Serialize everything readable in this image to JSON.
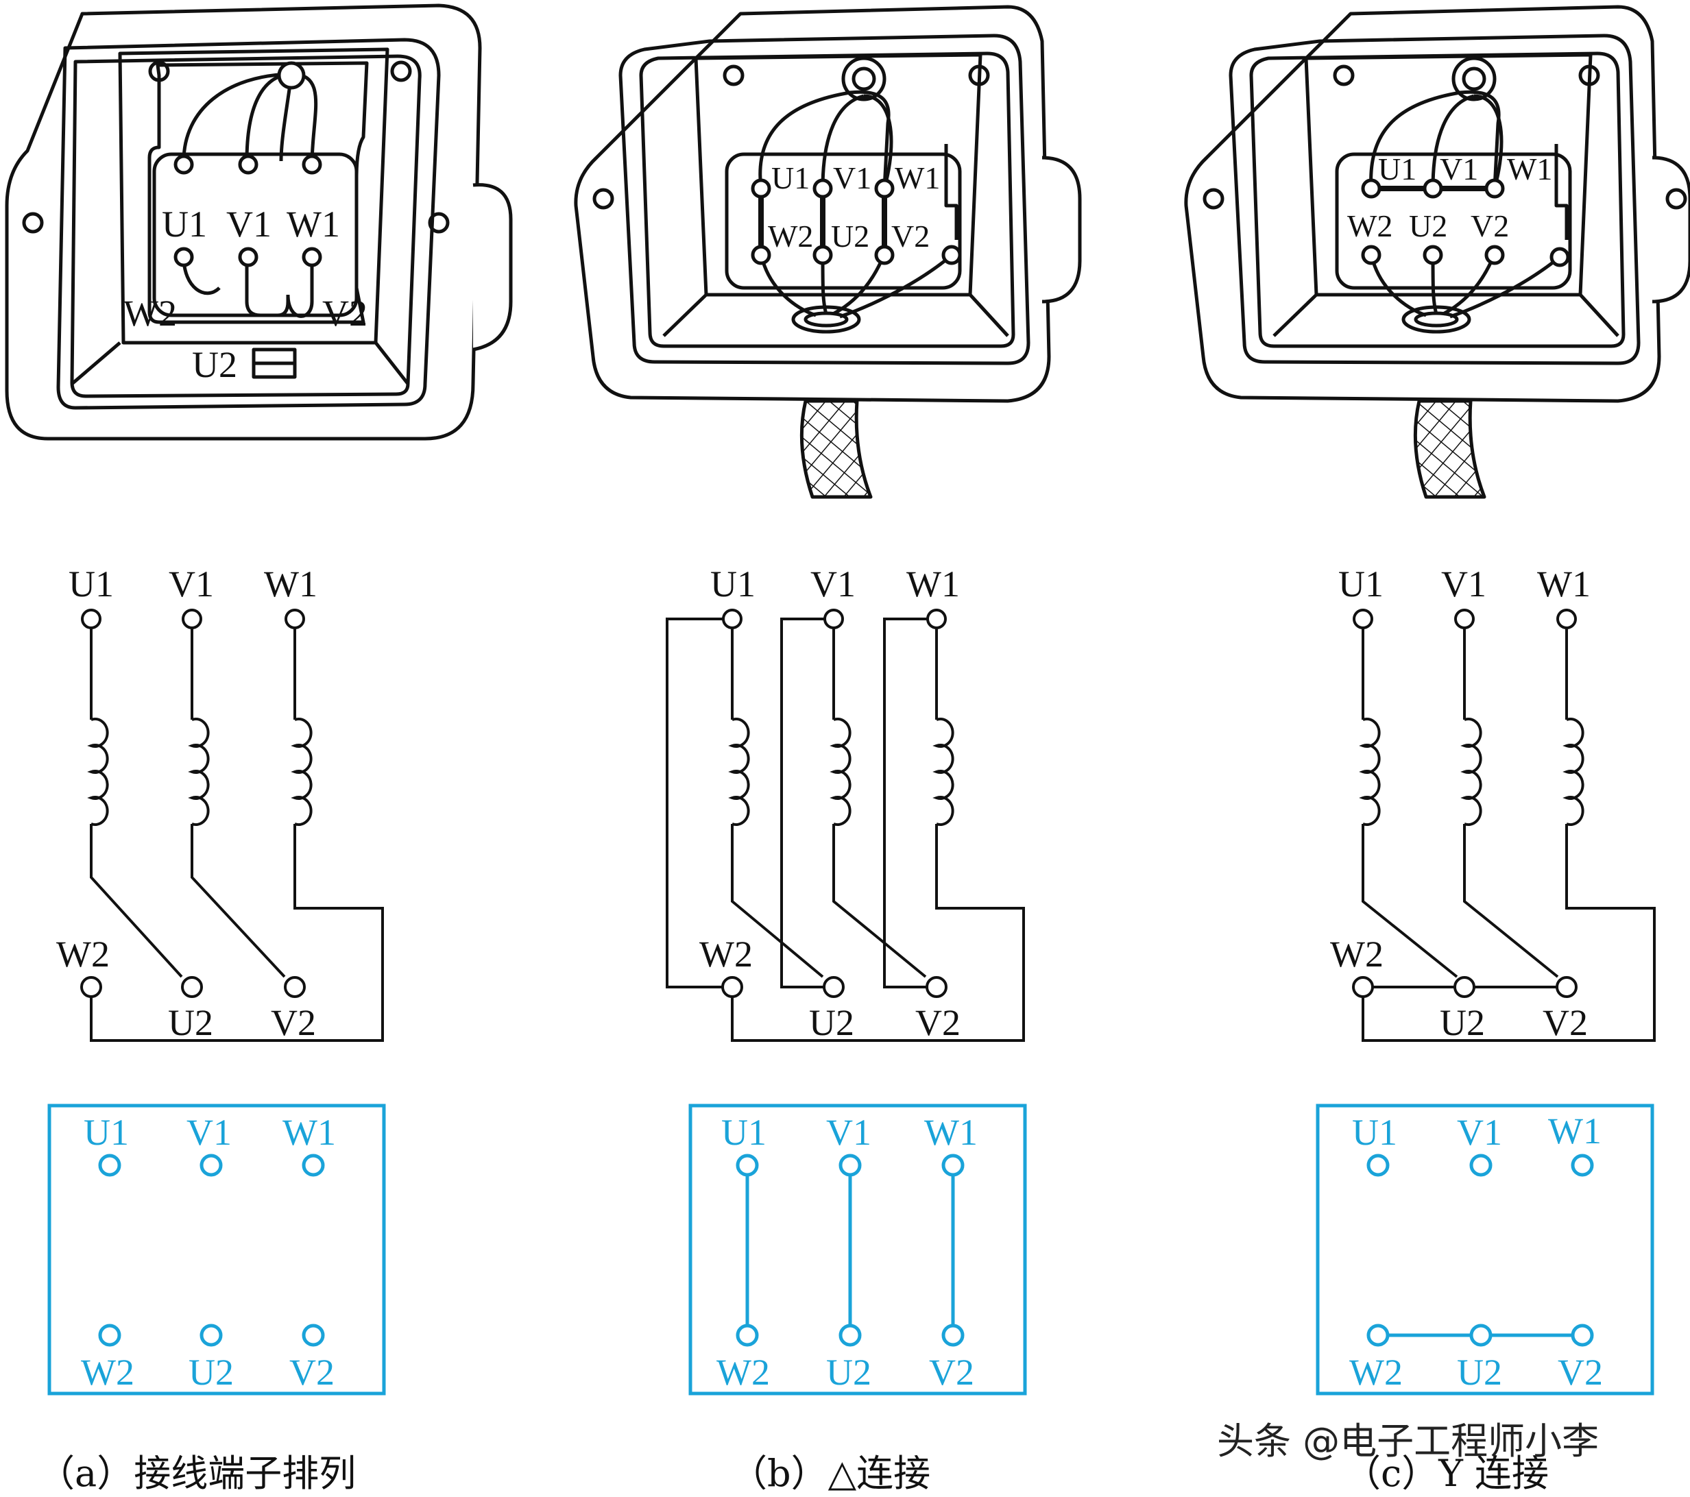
{
  "panels": [
    {
      "id": "a",
      "caption": "（a）接线端子排列",
      "box_labels": {
        "top": [
          "U1",
          "V1",
          "W1"
        ],
        "bottom_left": "W2",
        "bottom_mid_right": "V2",
        "bottom_center": "U2"
      },
      "schematic_labels": {
        "top": [
          "U1",
          "V1",
          "W1"
        ],
        "bottom": [
          "W2",
          "U2",
          "V2"
        ]
      },
      "terminal_labels": {
        "top": [
          "U1",
          "V1",
          "W1"
        ],
        "bottom": [
          "W2",
          "U2",
          "V2"
        ]
      }
    },
    {
      "id": "b",
      "caption": "（b）△连接",
      "box_labels": {
        "top": [
          "U1",
          "V1",
          "W1"
        ],
        "bottom": [
          "W2",
          "U2",
          "V2"
        ]
      },
      "schematic_labels": {
        "top": [
          "U1",
          "V1",
          "W1"
        ],
        "bottom": [
          "W2",
          "U2",
          "V2"
        ]
      },
      "terminal_labels": {
        "top": [
          "U1",
          "V1",
          "W1"
        ],
        "bottom": [
          "W2",
          "U2",
          "V2"
        ]
      }
    },
    {
      "id": "c",
      "caption": "（c）Y 连接",
      "box_labels": {
        "top": [
          "U1",
          "V1",
          "W1"
        ],
        "bottom": [
          "W2",
          "U2",
          "V2"
        ]
      },
      "schematic_labels": {
        "top": [
          "U1",
          "V1",
          "W1"
        ],
        "bottom": [
          "W2",
          "U2",
          "V2"
        ]
      },
      "terminal_labels": {
        "top": [
          "U1",
          "V1",
          "W1"
        ],
        "bottom": [
          "W2",
          "U2",
          "V2"
        ]
      }
    }
  ],
  "watermark": "头条 @电子工程师小李",
  "colors": {
    "line": "#111111",
    "terminal_blue": "#1aa3d9",
    "background": "#ffffff"
  }
}
